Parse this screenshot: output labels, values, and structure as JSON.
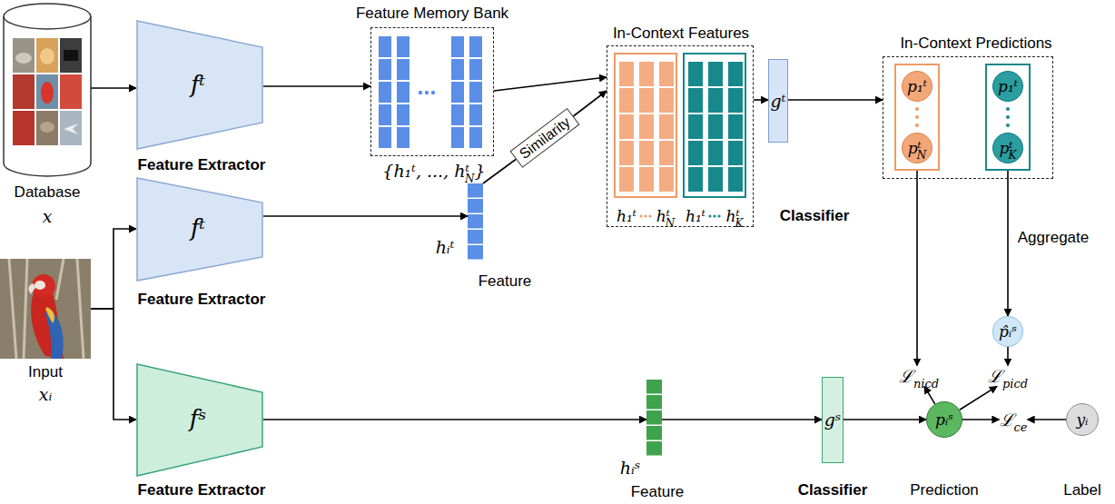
{
  "diagram": {
    "nodes": [
      {
        "text": [
          "Database",
          "x"
        ]
      },
      {
        "text": [
          "fᵗ",
          "Feature Extractor"
        ]
      },
      {
        "text": [
          "Feature Memory Bank",
          "{h₁ᵗ, ..., hᵗ",
          "N",
          "}"
        ]
      },
      {
        "text": [
          "Input",
          "xᵢ"
        ]
      },
      {
        "text": [
          "fᵗ",
          "Feature Extractor"
        ]
      },
      {
        "text": [
          "hᵢᵗ",
          "Feature"
        ]
      },
      {
        "text": [
          "Similarity"
        ]
      },
      {
        "text": [
          "In-Context Features"
        ]
      },
      {
        "text": [
          "h₁ᵗ",
          "hᵗ",
          "N"
        ],
        "in": 7
      },
      {
        "text": [
          "h₁ᵗ",
          "hᵗ",
          "K"
        ],
        "in": 7
      },
      {
        "text": [
          "gᵗ",
          "Classifier"
        ]
      },
      {
        "text": [
          "In-Context Predictions"
        ]
      },
      {
        "text": [],
        "in": 11
      },
      {
        "text": [
          "p₁ᵗ"
        ],
        "in": 12
      },
      {
        "text": [
          "pᵗ",
          "N"
        ],
        "in": 12
      },
      {
        "text": [],
        "in": 11
      },
      {
        "text": [
          "p₁ᵗ"
        ],
        "in": 15
      },
      {
        "text": [
          "pᵗ",
          "K"
        ],
        "in": 15
      },
      {
        "text": [
          "p̂ᵢˢ"
        ]
      },
      {
        "text": [
          "ℒ",
          "nicd"
        ]
      },
      {
        "text": [
          "ℒ",
          "picd"
        ]
      },
      {
        "text": [
          "fˢ",
          "Feature Extractor"
        ]
      },
      {
        "text": [
          "hᵢˢ",
          "Feature"
        ]
      },
      {
        "text": [
          "gˢ",
          "Classifier"
        ]
      },
      {
        "text": [
          "pᵢˢ",
          "Prediction"
        ]
      },
      {
        "text": [
          "ℒ",
          "ce"
        ]
      },
      {
        "text": [
          "yᵢ",
          "Label"
        ]
      }
    ],
    "edges": [
      {
        "from": 0,
        "to": 1,
        "arrow": "to"
      },
      {
        "from": 1,
        "to": 2,
        "arrow": "to"
      },
      {
        "from": 2,
        "to": 7,
        "arrow": "to"
      },
      {
        "from": 3,
        "to": 4,
        "arrow": "to"
      },
      {
        "from": 3,
        "to": 21,
        "arrow": "to"
      },
      {
        "from": 4,
        "to": 5,
        "arrow": "to"
      },
      {
        "from": 5,
        "to": 6,
        "arrow": "none"
      },
      {
        "from": 6,
        "to": 7,
        "arrow": "to"
      },
      {
        "from": 7,
        "to": 10,
        "arrow": "to"
      },
      {
        "from": 10,
        "to": 11,
        "arrow": "to"
      },
      {
        "from": 12,
        "to": 19,
        "arrow": "to"
      },
      {
        "from": 15,
        "to": 18,
        "arrow": "to",
        "label": "Aggregate"
      },
      {
        "from": 18,
        "to": 20,
        "arrow": "to"
      },
      {
        "from": 21,
        "to": 22,
        "arrow": "to"
      },
      {
        "from": 22,
        "to": 23,
        "arrow": "to"
      },
      {
        "from": 23,
        "to": 24,
        "arrow": "to"
      },
      {
        "from": 24,
        "to": 19,
        "arrow": "to"
      },
      {
        "from": 24,
        "to": 20,
        "arrow": "to"
      },
      {
        "from": 24,
        "to": 25,
        "arrow": "to"
      },
      {
        "from": 26,
        "to": 25,
        "arrow": "to"
      }
    ]
  }
}
